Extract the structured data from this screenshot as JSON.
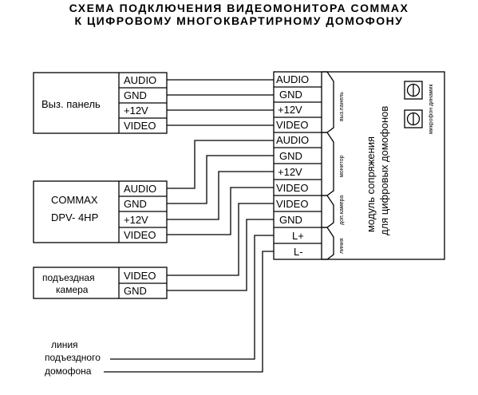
{
  "title": {
    "line1": "СХЕМА ПОДКЛЮЧЕНИЯ ВИДЕОМОНИТОРА COMMAX",
    "line2": "К ЦИФРОВОМУ МНОГОКВАРТИРНОМУ ДОМОФОНУ"
  },
  "call_panel": {
    "label": "Выз. панель",
    "pins": [
      "AUDIO",
      "GND",
      "+12V",
      "VIDEO"
    ]
  },
  "monitor": {
    "label_line1": "COMMAX",
    "label_line2": "DPV- 4HP",
    "pins": [
      "AUDIO",
      "GND",
      "+12V",
      "VIDEO"
    ]
  },
  "entrance_camera": {
    "label_line1": "подъездная",
    "label_line2": "камера",
    "pins": [
      "VIDEO",
      "GND"
    ]
  },
  "intercom_line": {
    "label_line1": "линия",
    "label_line2": "подъездного",
    "label_line3": "домофона"
  },
  "module": {
    "title_line1": "модуль сопряжения",
    "title_line2": "для цифровых домофонов",
    "pins_panel": [
      "AUDIO",
      "GND",
      "+12V",
      "VIDEO"
    ],
    "pins_monitor": [
      "AUDIO",
      "GND",
      "+12V",
      "VIDEO"
    ],
    "pins_camera": [
      "VIDEO",
      "GND"
    ],
    "pins_line": [
      "L+",
      "L-"
    ],
    "group_labels": {
      "panel": "выз.панель",
      "monitor": "монитор",
      "camera": "доп.камера",
      "line": "линия"
    },
    "trimmer_labels": {
      "mic": "микрофон",
      "speaker": "динамик"
    }
  }
}
